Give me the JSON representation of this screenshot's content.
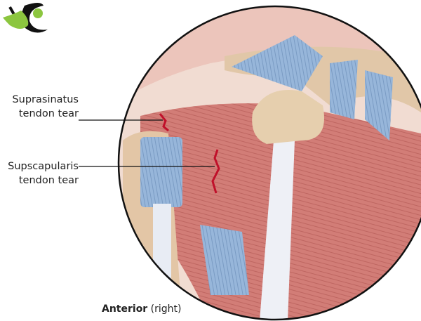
{
  "labels": {
    "supraspinatus_line1": "Suprasinatus",
    "supraspinatus_line2": "tendon tear",
    "subscapularis_line1": "Supscapularis",
    "subscapularis_line2": "tendon tear"
  },
  "caption": {
    "bold": "Anterior",
    "rest": " (right)"
  },
  "colors": {
    "muscle": "#d7847e",
    "tendon": "#8fb0d6",
    "bone": "#e6cfae",
    "tear": "#c0102a",
    "logo_green": "#8cc63f"
  }
}
